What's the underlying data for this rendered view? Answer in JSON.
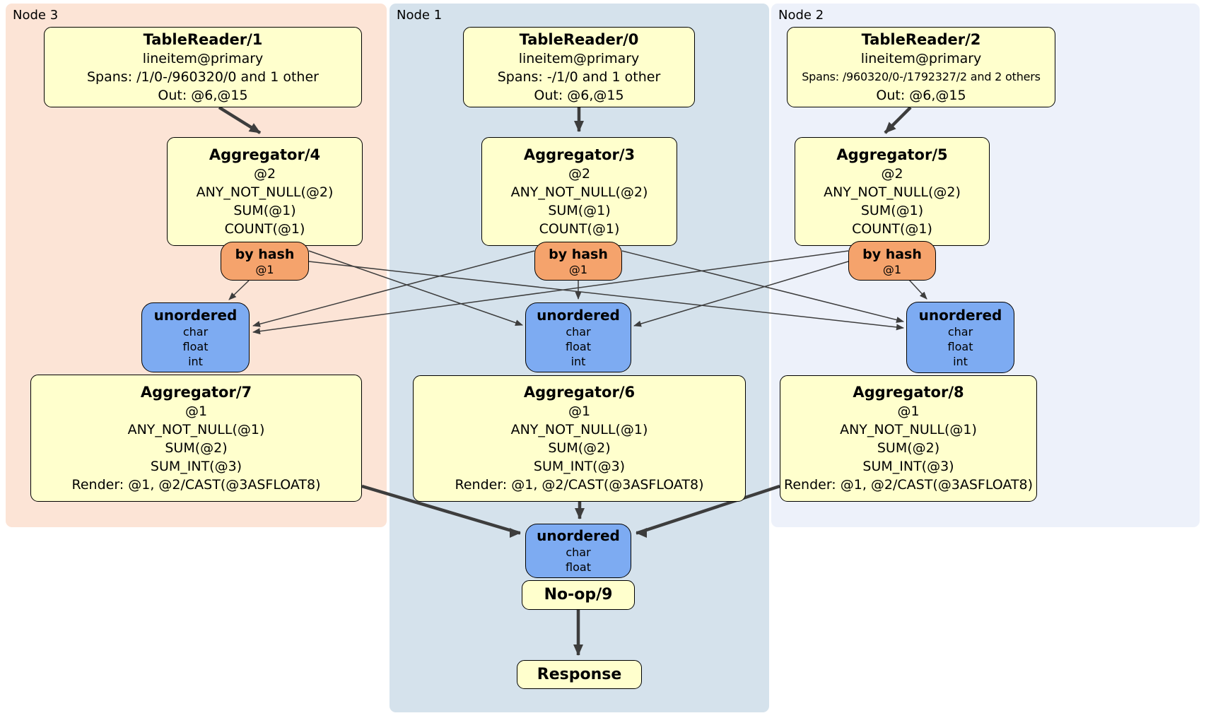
{
  "colors": {
    "node3_bg": "#fce4d6",
    "node1_bg": "#d5e2ec",
    "node2_bg": "#edf1fa",
    "process_bg": "#ffffcd",
    "router_bg": "#f5a36c",
    "sync_bg": "#7dabf2",
    "edge": "#3d3d3d"
  },
  "groups": [
    {
      "label": "Node 3"
    },
    {
      "label": "Node 1"
    },
    {
      "label": "Node 2"
    }
  ],
  "boxes": {
    "tr1": {
      "title": "TableReader/1",
      "lines": [
        "lineitem@primary",
        "Spans: /1/0-/960320/0 and 1 other",
        "Out: @6,@15"
      ]
    },
    "tr0": {
      "title": "TableReader/0",
      "lines": [
        "lineitem@primary",
        "Spans: -/1/0 and 1 other",
        "Out: @6,@15"
      ]
    },
    "tr2": {
      "title": "TableReader/2",
      "lines": [
        "lineitem@primary",
        "Spans: /960320/0-/1792327/2 and 2 others",
        "Out: @6,@15"
      ]
    },
    "agg4": {
      "title": "Aggregator/4",
      "lines": [
        "@2",
        "ANY_NOT_NULL(@2)",
        "SUM(@1)",
        "COUNT(@1)"
      ]
    },
    "agg3": {
      "title": "Aggregator/3",
      "lines": [
        "@2",
        "ANY_NOT_NULL(@2)",
        "SUM(@1)",
        "COUNT(@1)"
      ]
    },
    "agg5": {
      "title": "Aggregator/5",
      "lines": [
        "@2",
        "ANY_NOT_NULL(@2)",
        "SUM(@1)",
        "COUNT(@1)"
      ]
    },
    "router3": {
      "title": "by hash",
      "lines": [
        "@1"
      ]
    },
    "router1": {
      "title": "by hash",
      "lines": [
        "@1"
      ]
    },
    "router2": {
      "title": "by hash",
      "lines": [
        "@1"
      ]
    },
    "sync_n3": {
      "title": "unordered",
      "lines": [
        "char",
        "float",
        "int"
      ]
    },
    "sync_n1": {
      "title": "unordered",
      "lines": [
        "char",
        "float",
        "int"
      ]
    },
    "sync_n2": {
      "title": "unordered",
      "lines": [
        "char",
        "float",
        "int"
      ]
    },
    "agg7": {
      "title": "Aggregator/7",
      "lines": [
        "@1",
        "ANY_NOT_NULL(@1)",
        "SUM(@2)",
        "SUM_INT(@3)",
        "Render: @1, @2/CAST(@3ASFLOAT8)"
      ]
    },
    "agg6": {
      "title": "Aggregator/6",
      "lines": [
        "@1",
        "ANY_NOT_NULL(@1)",
        "SUM(@2)",
        "SUM_INT(@3)",
        "Render: @1, @2/CAST(@3ASFLOAT8)"
      ]
    },
    "agg8": {
      "title": "Aggregator/8",
      "lines": [
        "@1",
        "ANY_NOT_NULL(@1)",
        "SUM(@2)",
        "SUM_INT(@3)",
        "Render: @1, @2/CAST(@3ASFLOAT8)"
      ]
    },
    "sync_final": {
      "title": "unordered",
      "lines": [
        "char",
        "float"
      ]
    },
    "noop": {
      "title": "No-op/9"
    },
    "response": {
      "title": "Response"
    }
  }
}
